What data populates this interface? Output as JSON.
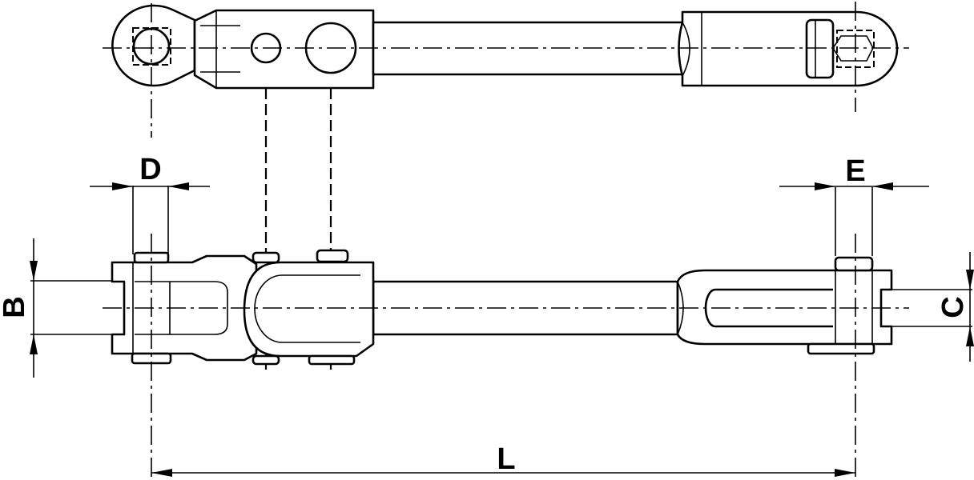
{
  "dimensions": {
    "d": "D",
    "e": "E",
    "b": "B",
    "c": "C",
    "l": "L"
  }
}
